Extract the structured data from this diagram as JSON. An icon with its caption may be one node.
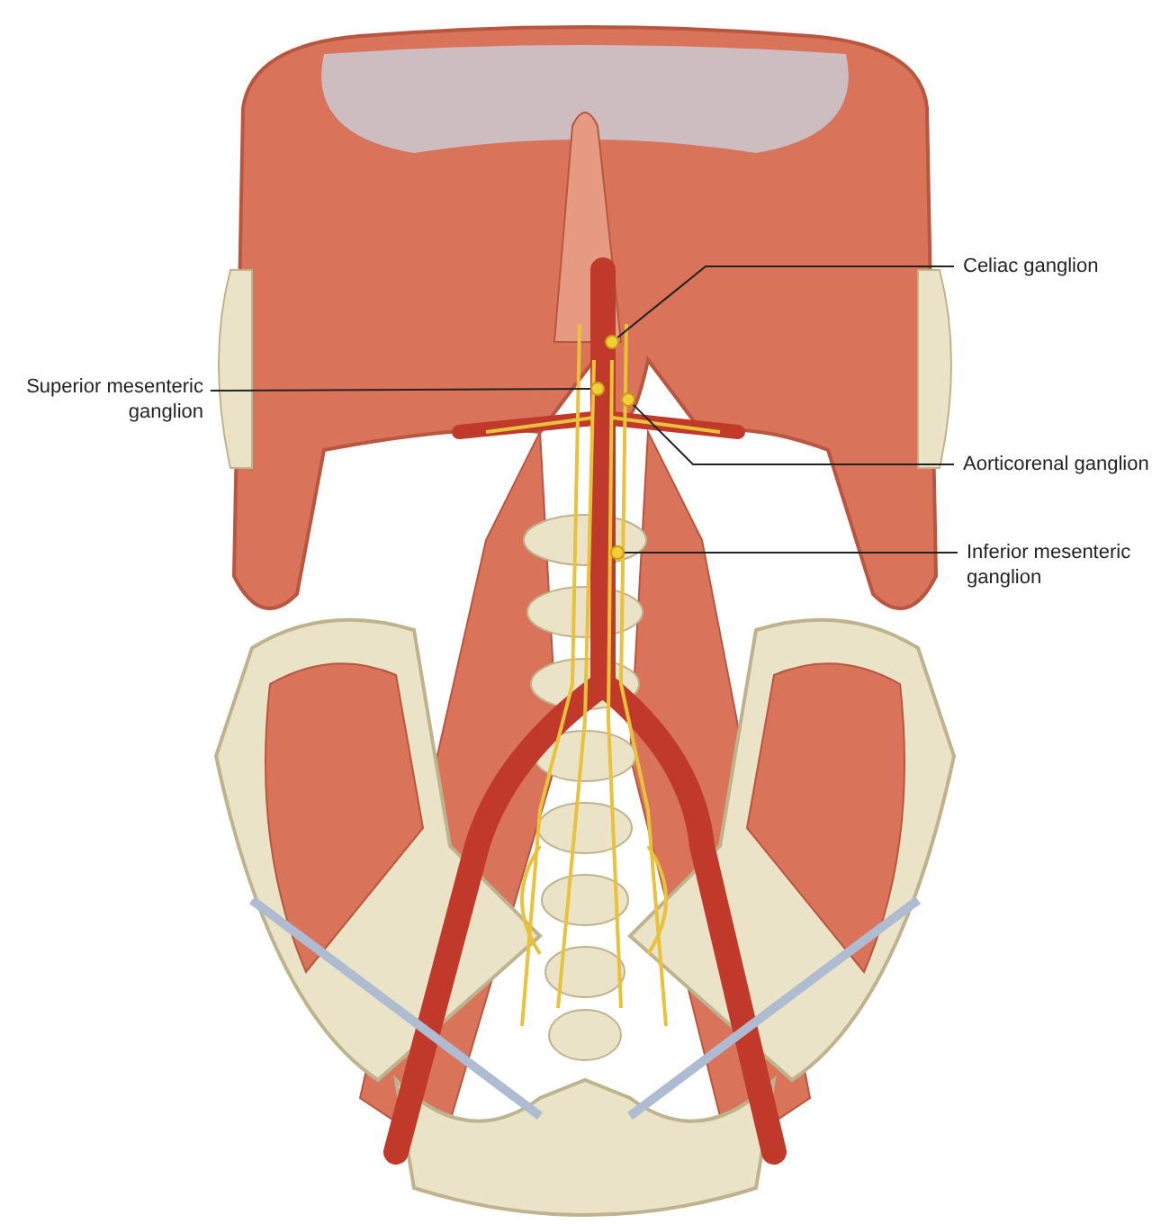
{
  "diagram": {
    "nodes": [
      {
        "text": [
          "Celiac ganglion"
        ]
      },
      {
        "text": [
          "Superior mesenteric ganglion"
        ]
      },
      {
        "text": [
          "Aorticorenal ganglion"
        ]
      },
      {
        "text": [
          "Inferior mesenteric ganglion"
        ]
      },
      {
        "text": [],
        "shape": "circle"
      },
      {
        "text": [],
        "shape": "circle"
      },
      {
        "text": [],
        "shape": "circle"
      },
      {
        "text": [],
        "shape": "circle"
      }
    ],
    "edges": [
      {
        "from": 0,
        "to": 4,
        "arrow": "none"
      },
      {
        "from": 1,
        "to": 5,
        "arrow": "none"
      },
      {
        "from": 2,
        "to": 6,
        "arrow": "none"
      },
      {
        "from": 3,
        "to": 7,
        "arrow": "none"
      }
    ]
  }
}
